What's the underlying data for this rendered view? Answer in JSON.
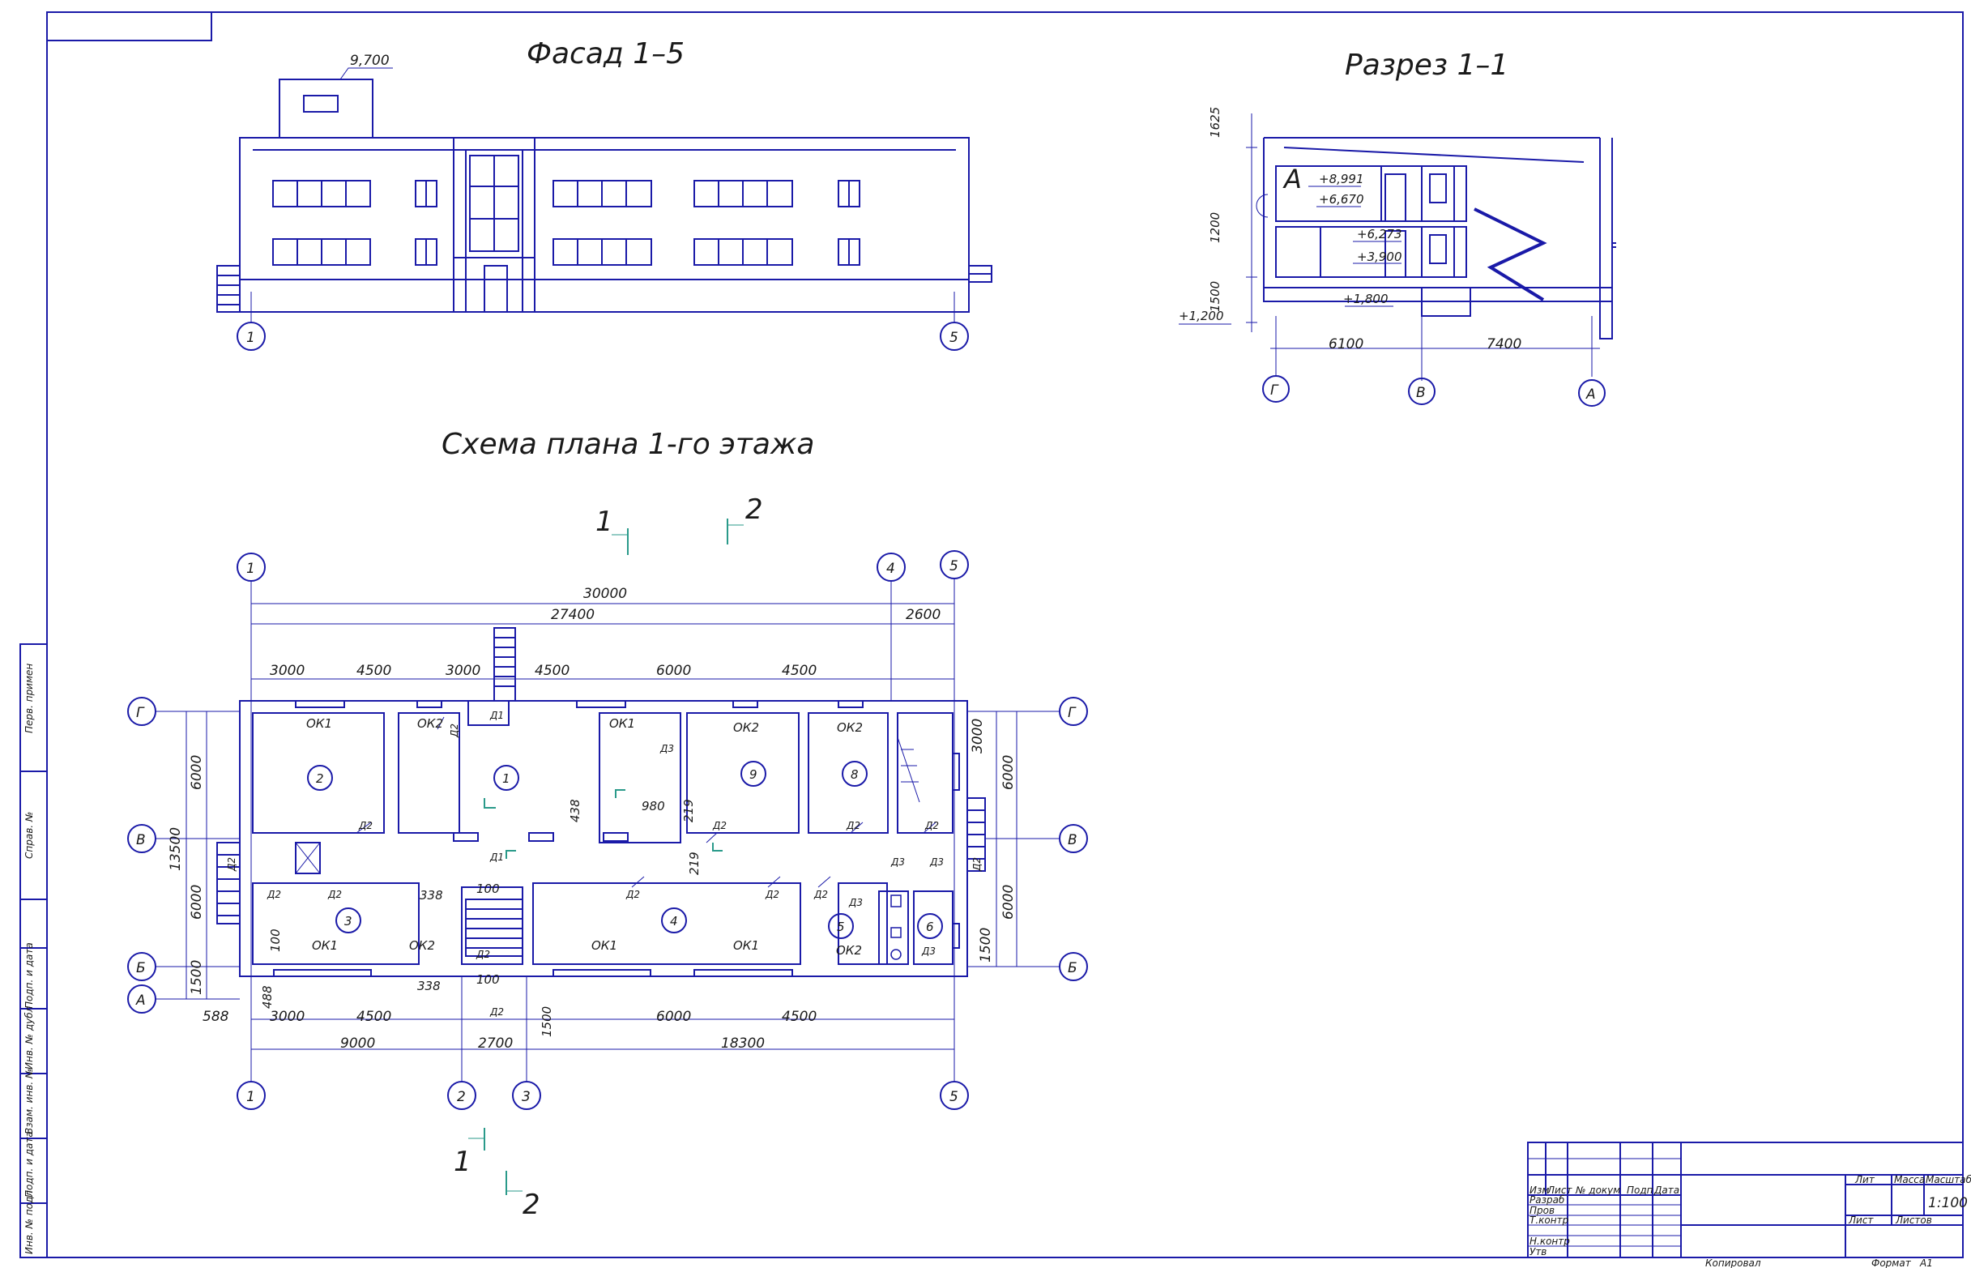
{
  "titles": {
    "facade": "Фасад 1–5",
    "section": "Разрез 1–1",
    "plan": "Схема плана 1-го этажа"
  },
  "facade": {
    "roof_mark": "9,700",
    "axis_left": "1",
    "axis_right": "5"
  },
  "section": {
    "zone_letter": "А",
    "marks": [
      "+8,991",
      "+6,670",
      "+6,273",
      "+3,900",
      "+1,800",
      "+1,200"
    ],
    "vdims": [
      "1625",
      "1200",
      "1500"
    ],
    "hdims": [
      "6100",
      "7400"
    ],
    "axes": [
      "Г",
      "В",
      "А"
    ]
  },
  "plan": {
    "cut_top_1": "1",
    "cut_top_2": "2",
    "cut_bot_1": "1",
    "cut_bot_2": "2",
    "top_axes": [
      "1",
      "4",
      "5"
    ],
    "bottom_axes": [
      "1",
      "2",
      "3",
      "5"
    ],
    "left_axes": [
      "Г",
      "В",
      "Б",
      "А"
    ],
    "right_axes": [
      "Г",
      "В",
      "Б"
    ],
    "overall": "30000",
    "sub_left": "27400",
    "sub_right": "2600",
    "top_dims": [
      "3000",
      "4500",
      "3000",
      "4500",
      "6000",
      "4500"
    ],
    "left_dims": [
      "6000",
      "13500",
      "6000",
      "1500"
    ],
    "right_dims": [
      "3000",
      "6000",
      "6000",
      "1500"
    ],
    "bottom_dims_1": [
      "588",
      "3000",
      "4500",
      "6000",
      "4500"
    ],
    "bottom_dims_2": [
      "9000",
      "2700",
      "18300"
    ],
    "misc_dims": [
      "488",
      "1500",
      "100",
      "338",
      "338",
      "100",
      "100",
      "438",
      "980",
      "219",
      "219"
    ],
    "rooms": [
      "1",
      "2",
      "3",
      "4",
      "5",
      "6",
      "8",
      "9"
    ],
    "windows": [
      "ОК1",
      "ОК2",
      "ОК1",
      "ОК2",
      "ОК2",
      "ОК1",
      "ОК2",
      "ОК1",
      "ОК1",
      "ОК2"
    ],
    "doors": [
      "Д1",
      "Д1",
      "Д2",
      "Д2",
      "Д2",
      "Д2",
      "Д2",
      "Д2",
      "Д2",
      "Д2",
      "Д2",
      "Д2",
      "Д2",
      "Д2",
      "Д2",
      "Д2",
      "Д3",
      "Д3",
      "Д3",
      "Д3",
      "Д3"
    ]
  },
  "side_stamp": [
    "Перв. примен",
    "Справ. №",
    "Подп. и дата",
    "Инв. № дубл",
    "Взам. инв. №",
    "Подп. и дата",
    "Инв. № подл"
  ],
  "title_block": {
    "headers": [
      "Изм",
      "Лист",
      "№ докум",
      "Подп",
      "Дата"
    ],
    "roles": [
      "Разраб",
      "Пров",
      "Т.контр",
      "Н.контр",
      "Утв"
    ],
    "lit": "Лит",
    "mass": "Масса",
    "scale_label": "Масштаб",
    "scale": "1:100",
    "sheet": "Лист",
    "sheets": "Листов",
    "copied": "Копировал",
    "format_label": "Формат",
    "format": "А1"
  },
  "colors": {
    "line": "#1a1aa8",
    "cut": "#2a9a8a"
  }
}
